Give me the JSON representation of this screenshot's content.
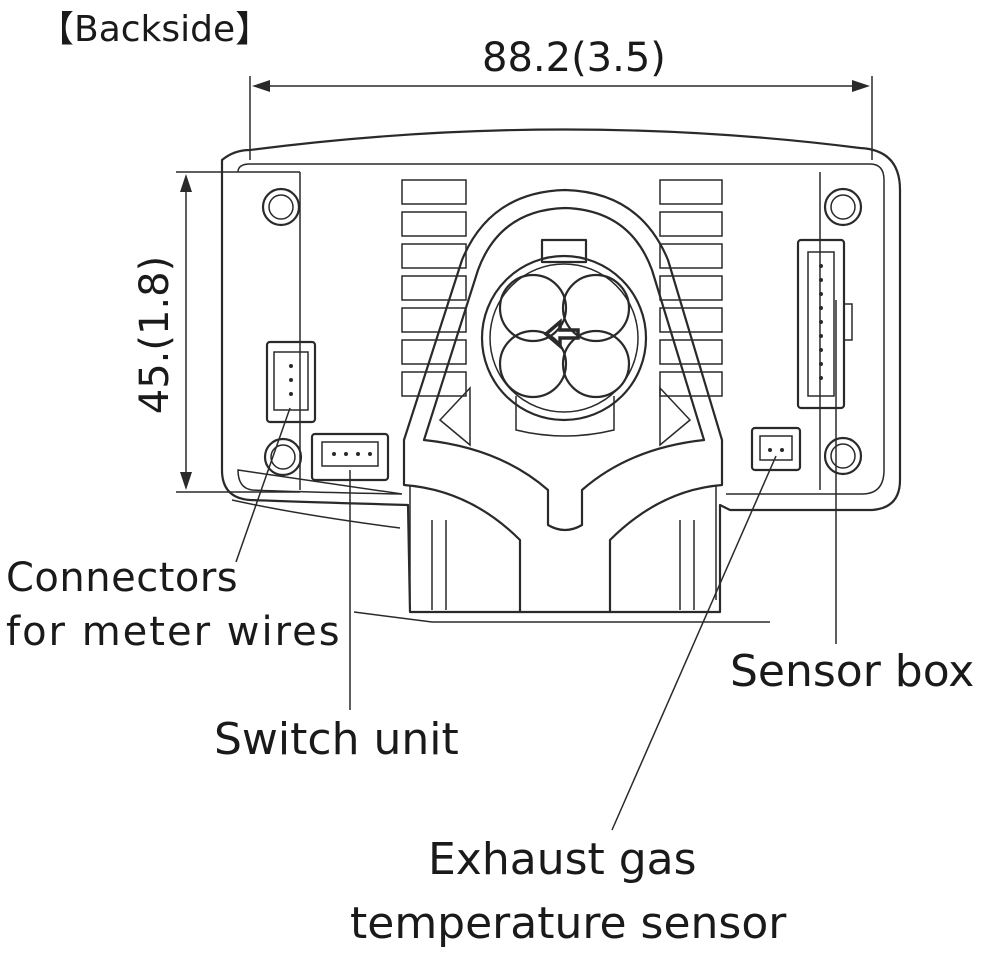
{
  "title": "【Backside】",
  "dimensions": {
    "width_label": "88.2(3.5)",
    "height_label": "45.(1.8)"
  },
  "callouts": {
    "meter_connectors_line1": "Connectors",
    "meter_connectors_line2": "for meter wires",
    "switch_unit": "Switch unit",
    "sensor_box": "Sensor box",
    "exhaust_line1": "Exhaust gas",
    "exhaust_line2": "temperature sensor"
  }
}
